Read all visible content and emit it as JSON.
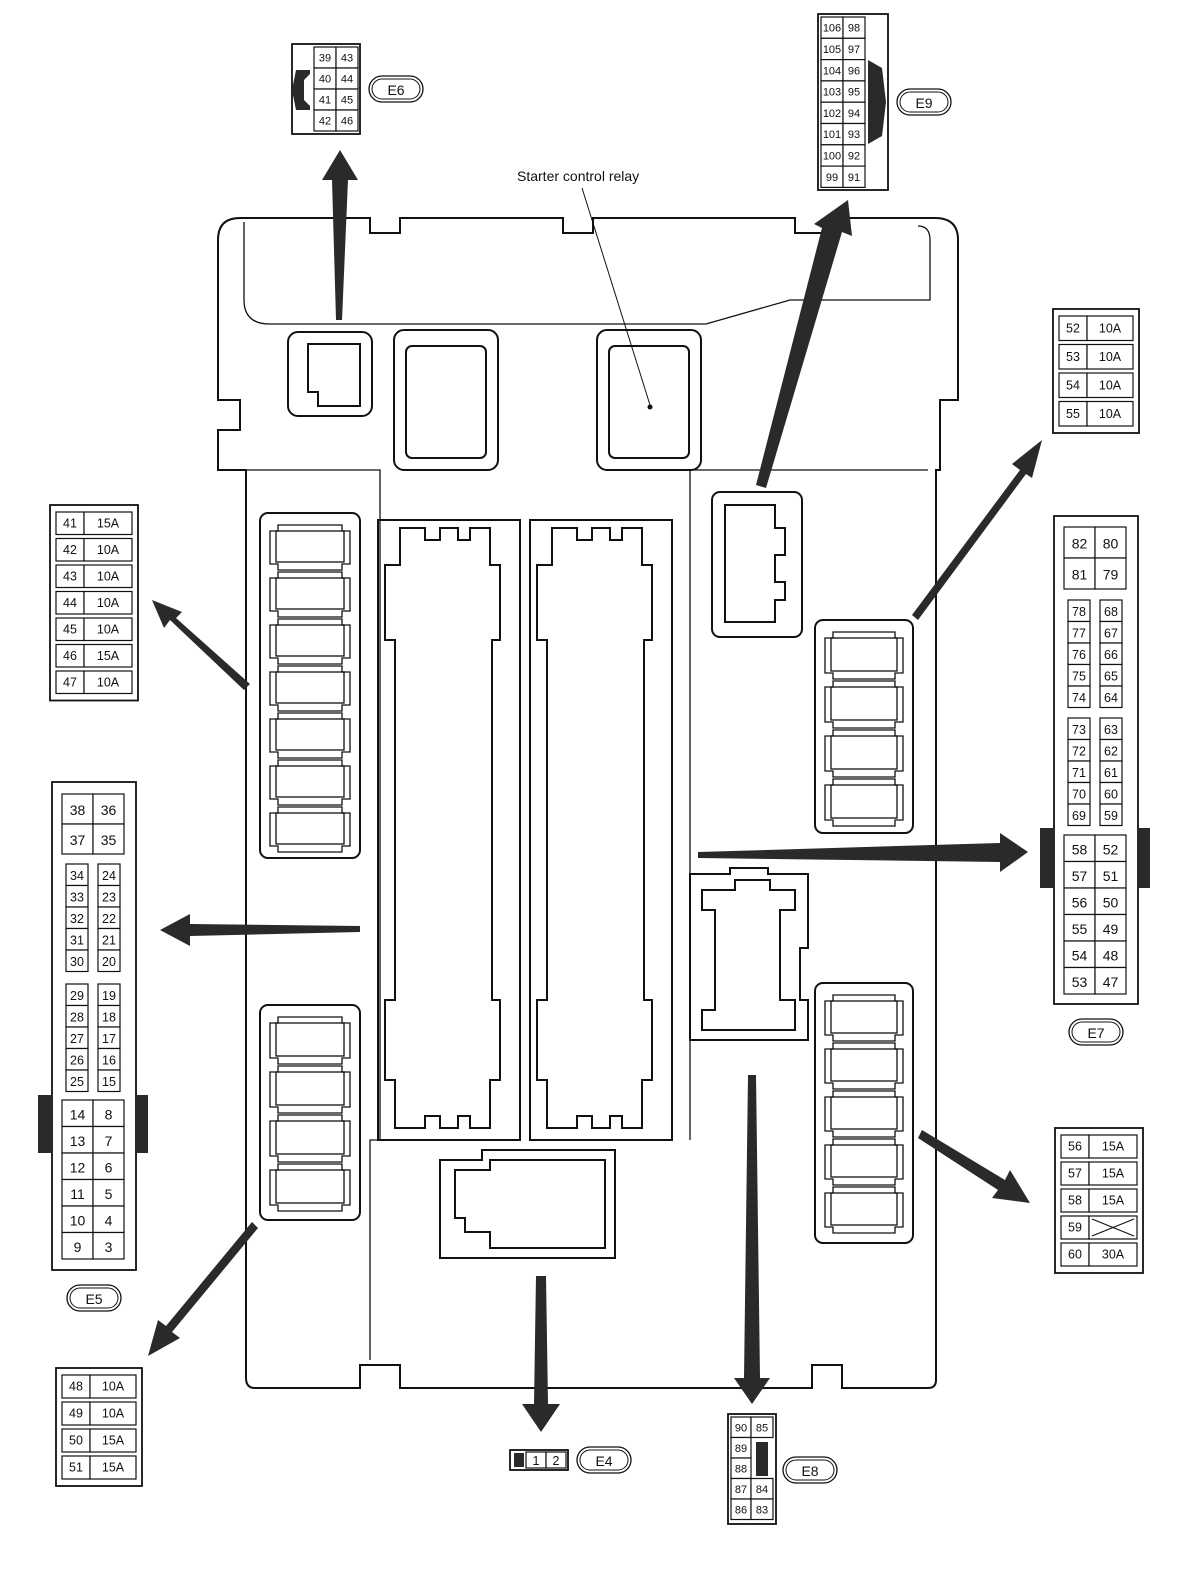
{
  "labels": {
    "starter_relay": "Starter control relay"
  },
  "connectors": {
    "E4": {
      "id": "E4",
      "pins": [
        "1",
        "2"
      ]
    },
    "E5": {
      "id": "E5",
      "top": [
        [
          "38",
          "36"
        ],
        [
          "37",
          "35"
        ]
      ],
      "mid1": [
        [
          "34",
          "24"
        ],
        [
          "33",
          "23"
        ],
        [
          "32",
          "22"
        ],
        [
          "31",
          "21"
        ],
        [
          "30",
          "20"
        ]
      ],
      "mid2": [
        [
          "29",
          "19"
        ],
        [
          "28",
          "18"
        ],
        [
          "27",
          "17"
        ],
        [
          "26",
          "16"
        ],
        [
          "25",
          "15"
        ]
      ],
      "bottom": [
        [
          "14",
          "8"
        ],
        [
          "13",
          "7"
        ],
        [
          "12",
          "6"
        ],
        [
          "11",
          "5"
        ],
        [
          "10",
          "4"
        ],
        [
          "9",
          "3"
        ]
      ]
    },
    "E6": {
      "id": "E6",
      "rows": [
        [
          "39",
          "43"
        ],
        [
          "40",
          "44"
        ],
        [
          "41",
          "45"
        ],
        [
          "42",
          "46"
        ]
      ]
    },
    "E7": {
      "id": "E7",
      "top": [
        [
          "82",
          "80"
        ],
        [
          "81",
          "79"
        ]
      ],
      "mid1": [
        [
          "78",
          "68"
        ],
        [
          "77",
          "67"
        ],
        [
          "76",
          "66"
        ],
        [
          "75",
          "65"
        ],
        [
          "74",
          "64"
        ]
      ],
      "mid2": [
        [
          "73",
          "63"
        ],
        [
          "72",
          "62"
        ],
        [
          "71",
          "61"
        ],
        [
          "70",
          "60"
        ],
        [
          "69",
          "59"
        ]
      ],
      "bottom": [
        [
          "58",
          "52"
        ],
        [
          "57",
          "51"
        ],
        [
          "56",
          "50"
        ],
        [
          "55",
          "49"
        ],
        [
          "54",
          "48"
        ],
        [
          "53",
          "47"
        ]
      ]
    },
    "E8": {
      "id": "E8",
      "left": [
        "90",
        "89",
        "88",
        "87",
        "86"
      ],
      "right": [
        "85",
        "84",
        "83"
      ]
    },
    "E9": {
      "id": "E9",
      "rows": [
        [
          "106",
          "98"
        ],
        [
          "105",
          "97"
        ],
        [
          "104",
          "96"
        ],
        [
          "103",
          "95"
        ],
        [
          "102",
          "94"
        ],
        [
          "101",
          "93"
        ],
        [
          "100",
          "92"
        ],
        [
          "99",
          "91"
        ]
      ]
    }
  },
  "fuse_tables": {
    "left_upper": [
      [
        "41",
        "15A"
      ],
      [
        "42",
        "10A"
      ],
      [
        "43",
        "10A"
      ],
      [
        "44",
        "10A"
      ],
      [
        "45",
        "10A"
      ],
      [
        "46",
        "15A"
      ],
      [
        "47",
        "10A"
      ]
    ],
    "left_lower": [
      [
        "48",
        "10A"
      ],
      [
        "49",
        "10A"
      ],
      [
        "50",
        "15A"
      ],
      [
        "51",
        "15A"
      ]
    ],
    "right_upper": [
      [
        "52",
        "10A"
      ],
      [
        "53",
        "10A"
      ],
      [
        "54",
        "10A"
      ],
      [
        "55",
        "10A"
      ]
    ],
    "right_lower": [
      [
        "56",
        "15A"
      ],
      [
        "57",
        "15A"
      ],
      [
        "58",
        "15A"
      ],
      [
        "59",
        ""
      ],
      [
        "60",
        "30A"
      ]
    ]
  }
}
